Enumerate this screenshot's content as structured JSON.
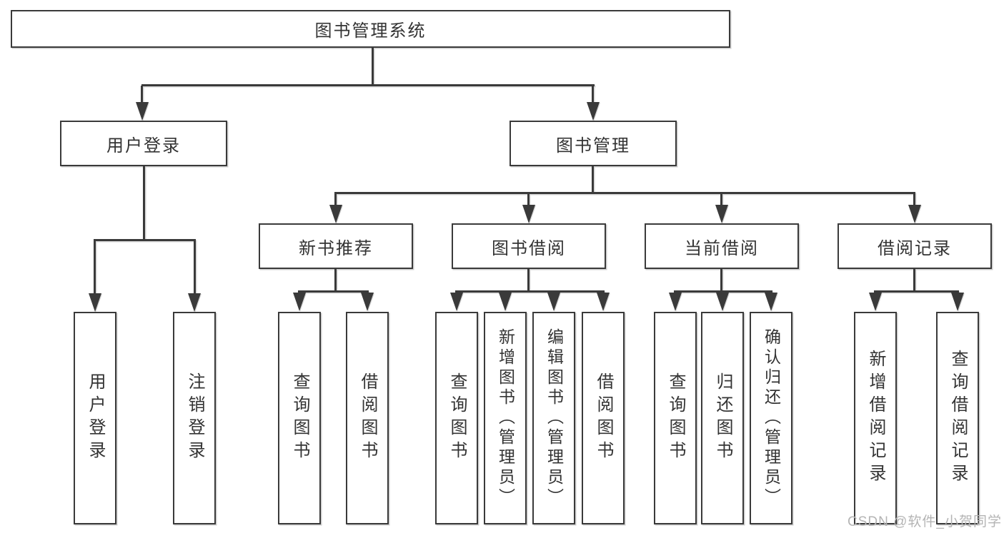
{
  "title": "图书管理系统",
  "watermark": "CSDN @软件_小贺同学",
  "colors": {
    "line": "#3a3a3a",
    "text": "#333333",
    "box_fill": "#ffffff",
    "watermark": "#b4b4b4",
    "background": "#ffffff"
  },
  "nodes": {
    "root": "图书管理系统",
    "user_login": "用户登录",
    "book_mgmt": "图书管理",
    "new_book_rec": "新书推荐",
    "book_borrow": "图书借阅",
    "current_borrow": "当前借阅",
    "borrow_record": "借阅记录",
    "leaf_user_login": "用户登录",
    "leaf_logout": "注销登录",
    "leaf_nb_query": "查询图书",
    "leaf_nb_borrow": "借阅图书",
    "leaf_bb_query": "查询图书",
    "leaf_bb_add": "新增图书（管理员）",
    "leaf_bb_edit": "编辑图书（管理员）",
    "leaf_bb_borrow": "借阅图书",
    "leaf_cb_query": "查询图书",
    "leaf_cb_return": "归还图书",
    "leaf_cb_confirm": "确认归还（管理员）",
    "leaf_br_add": "新增借阅记录",
    "leaf_br_query": "查询借阅记录"
  },
  "hierarchy": {
    "图书管理系统": {
      "用户登录": [
        "用户登录",
        "注销登录"
      ],
      "图书管理": {
        "新书推荐": [
          "查询图书",
          "借阅图书"
        ],
        "图书借阅": [
          "查询图书",
          "新增图书（管理员）",
          "编辑图书（管理员）",
          "借阅图书"
        ],
        "当前借阅": [
          "查询图书",
          "归还图书",
          "确认归还（管理员）"
        ],
        "借阅记录": [
          "新增借阅记录",
          "查询借阅记录"
        ]
      }
    }
  }
}
